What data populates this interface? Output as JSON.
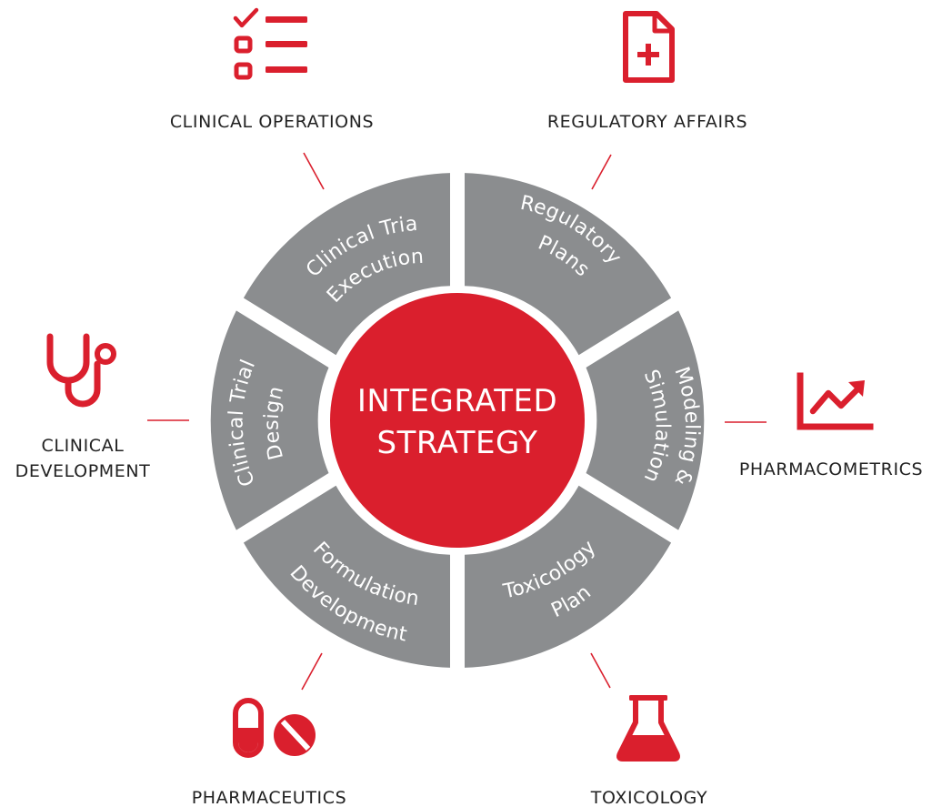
{
  "center": {
    "line1": "INTEGRATED",
    "line2": "STRATEGY"
  },
  "segments": [
    {
      "line1": "Clinical Trial",
      "line2": "Execution"
    },
    {
      "line1": "Regulatory",
      "line2": "Plans"
    },
    {
      "line1": "Modeling &",
      "line2": "Simulation"
    },
    {
      "line1": "Toxicology",
      "line2": "Plan"
    },
    {
      "line1": "Formulation",
      "line2": "Development"
    },
    {
      "line1": "Clinical Trial",
      "line2": "Design"
    }
  ],
  "areas": {
    "clinical_operations": {
      "label": "CLINICAL OPERATIONS",
      "icon": "checklist-icon"
    },
    "regulatory_affairs": {
      "label": "REGULATORY AFFAIRS",
      "icon": "medical-document-icon"
    },
    "clinical_development": {
      "line1": "CLINICAL",
      "line2": "DEVELOPMENT",
      "icon": "stethoscope-icon"
    },
    "pharmacometrics": {
      "label": "PHARMACOMETRICS",
      "icon": "trend-chart-icon"
    },
    "pharmaceutics": {
      "label": "PHARMACEUTICS",
      "icon": "pills-icon"
    },
    "toxicology": {
      "label": "TOXICOLOGY",
      "icon": "flask-icon"
    }
  },
  "colors": {
    "accent": "#da1f2d",
    "segment": "#8b8d8f",
    "label": "#222222"
  }
}
